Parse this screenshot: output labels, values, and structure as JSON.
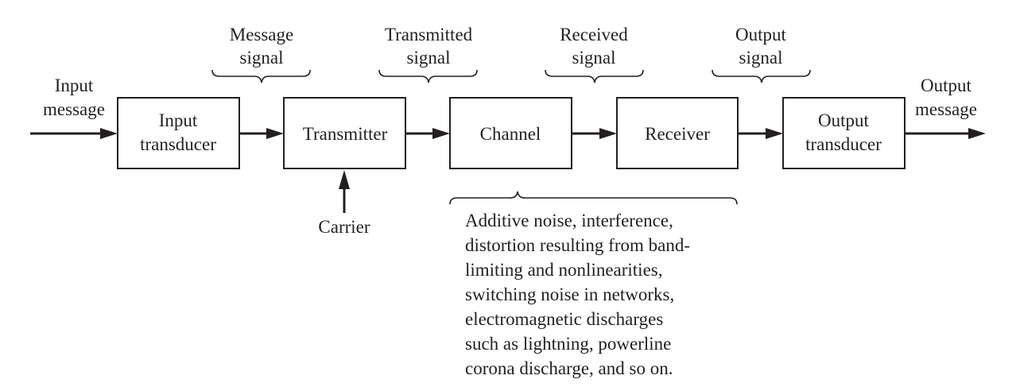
{
  "input_message": [
    "Input",
    "message"
  ],
  "output_message": [
    "Output",
    "message"
  ],
  "blocks": [
    {
      "id": "input-transducer",
      "lines": [
        "Input",
        "transducer"
      ]
    },
    {
      "id": "transmitter",
      "lines": [
        "Transmitter"
      ]
    },
    {
      "id": "channel",
      "lines": [
        "Channel"
      ]
    },
    {
      "id": "receiver",
      "lines": [
        "Receiver"
      ]
    },
    {
      "id": "output-transducer",
      "lines": [
        "Output",
        "transducer"
      ]
    }
  ],
  "signals": [
    {
      "id": "message-signal",
      "lines": [
        "Message",
        "signal"
      ]
    },
    {
      "id": "transmitted-signal",
      "lines": [
        "Transmitted",
        "signal"
      ]
    },
    {
      "id": "received-signal",
      "lines": [
        "Received",
        "signal"
      ]
    },
    {
      "id": "output-signal",
      "lines": [
        "Output",
        "signal"
      ]
    }
  ],
  "carrier": "Carrier",
  "noise_note": [
    "Additive noise, interference,",
    "distortion resulting from band-",
    "limiting and nonlinearities,",
    "switching noise in networks,",
    "electromagnetic discharges",
    "such as lightning, powerline",
    "corona discharge, and so on."
  ]
}
